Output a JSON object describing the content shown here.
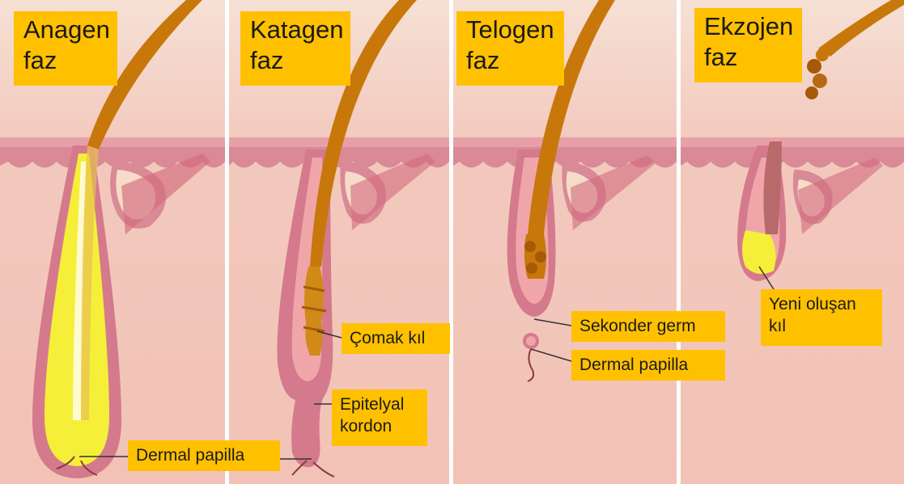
{
  "panels": [
    {
      "title_line1": "Anagen",
      "title_line2": "faz"
    },
    {
      "title_line1": "Katagen",
      "title_line2": "faz"
    },
    {
      "title_line1": "Telogen",
      "title_line2": "faz"
    },
    {
      "title_line1": "Ekzojen",
      "title_line2": "faz"
    }
  ],
  "labels": {
    "anagen_dermal_papilla": "Dermal papilla",
    "club_hair": "Çomak kıl",
    "epithelial_cord_line1": "Epitelyal",
    "epithelial_cord_line2": "kordon",
    "secondary_germ": "Sekonder germ",
    "telogen_dermal_papilla": "Dermal papilla",
    "new_hair_line1": "Yeni oluşan",
    "new_hair_line2": "kıl"
  },
  "colors": {
    "title_box": "#ffc000",
    "skin_bg": "#f3c6bc",
    "epidermis": "#d98a96",
    "hair_shaft": "#c8780a",
    "bulb_yellow": "#f5ef3a"
  }
}
